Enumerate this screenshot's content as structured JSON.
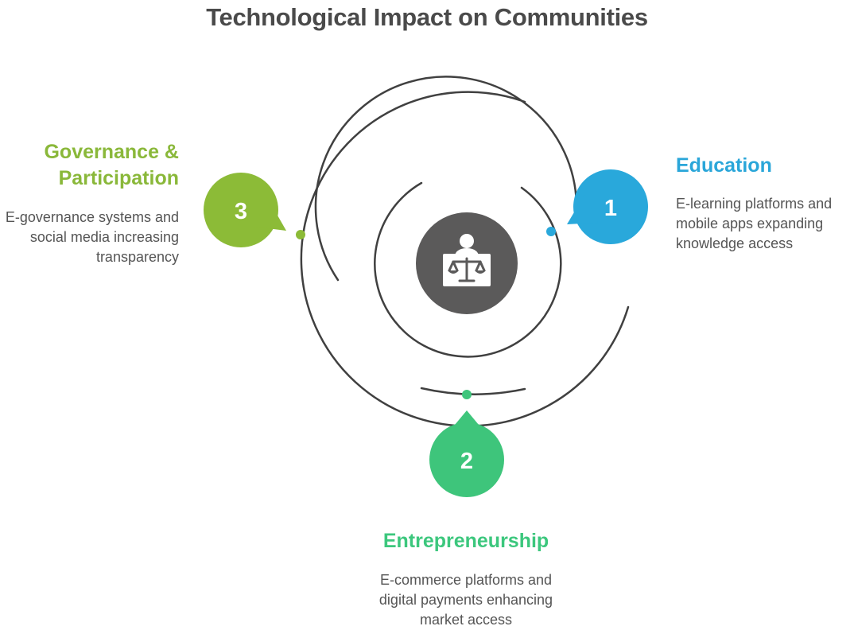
{
  "title": "Technological Impact on Communities",
  "center_icon": "justice-scale-person-icon",
  "colors": {
    "education": "#29a8db",
    "entrepreneurship": "#3ec57b",
    "governance": "#8cbb37",
    "center": "#5b5a5a",
    "rings": "#404040"
  },
  "items": [
    {
      "number": "1",
      "heading": "Education",
      "description": "E-learning platforms and mobile apps expanding knowledge access"
    },
    {
      "number": "2",
      "heading": "Entrepreneurship",
      "description": "E-commerce platforms and digital payments enhancing market access"
    },
    {
      "number": "3",
      "heading": "Governance & Participation",
      "description": "E-governance systems and social media increasing transparency"
    }
  ]
}
